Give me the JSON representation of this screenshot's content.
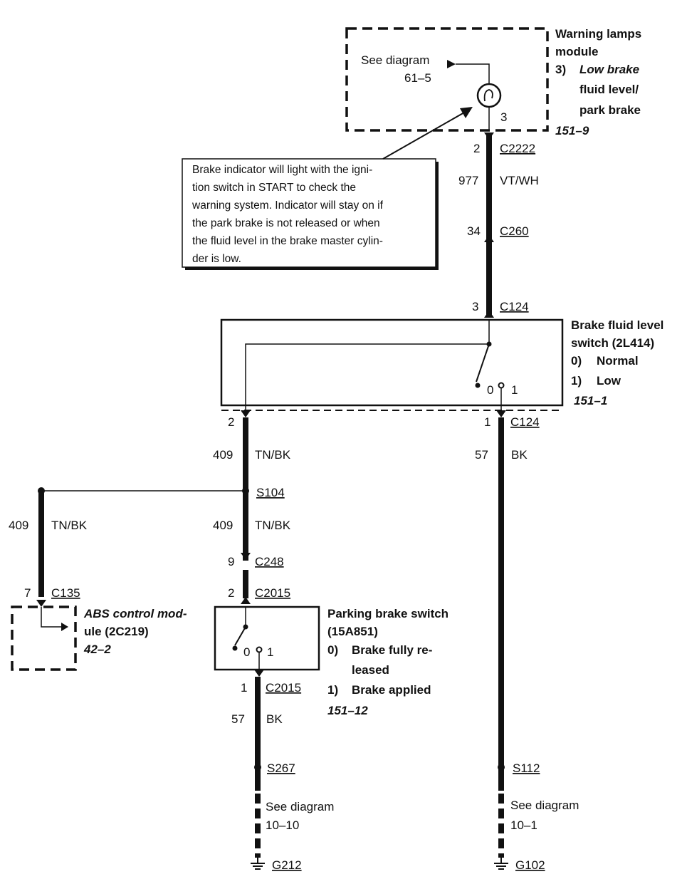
{
  "warning_module": {
    "title_1": "Warning lamps",
    "title_2": "module",
    "state_1": "3)",
    "state_2": "Low brake",
    "state_3": "fluid level/",
    "state_4": "park brake",
    "ref": "151–9",
    "see_1": "See diagram",
    "see_2": "61–5",
    "pin": "3"
  },
  "note": {
    "lines": [
      "Brake indicator will light with the igni-",
      "tion switch in START to check the",
      "warning system. Indicator will stay on if",
      "the park brake is not released or when",
      "the fluid level in the brake master cylin-",
      "der is low."
    ]
  },
  "connectors": {
    "c2222": "C2222",
    "c2222_pin": "2",
    "c260": "C260",
    "c260_pin": "34",
    "c124_top": "C124",
    "c124_top_pin": "3",
    "c124_bot": "C124",
    "c124_left_pin": "2",
    "c124_right_pin": "1",
    "c248": "C248",
    "c248_pin": "9",
    "c2015_top": "C2015",
    "c2015_top_pin": "2",
    "c2015_bot": "C2015",
    "c2015_bot_pin": "1",
    "c135": "C135",
    "c135_pin": "7"
  },
  "wires": {
    "w977": "977",
    "w977_color": "VT/WH",
    "w409a": "409",
    "w409a_color": "TN/BK",
    "w409b": "409",
    "w409b_color": "TN/BK",
    "w409c": "409",
    "w409c_color": "TN/BK",
    "w57a": "57",
    "w57a_color": "BK",
    "w57b": "57",
    "w57b_color": "BK"
  },
  "splices": {
    "s104": "S104",
    "s267": "S267",
    "s112": "S112"
  },
  "fluid_switch": {
    "title_1": "Brake fluid level",
    "title_2": "switch (2L414)",
    "state_1": "0)",
    "state_1_text": "Normal",
    "state_2": "1)",
    "state_2_text": "Low",
    "ref": "151–1",
    "pos0": "0",
    "pos1": "1"
  },
  "parking_switch": {
    "title_1": "Parking brake switch",
    "title_2": "(15A851)",
    "state_1": "0)",
    "state_1_text_1": "Brake fully re-",
    "state_1_text_2": "leased",
    "state_2": "1)",
    "state_2_text": "Brake applied",
    "ref": "151–12",
    "pos0": "0",
    "pos1": "1"
  },
  "abs_module": {
    "title_1": "ABS control mod-",
    "title_2": "ule (2C219)",
    "ref": "42–2"
  },
  "grounds": {
    "left_see_1": "See diagram",
    "left_see_2": "10–10",
    "left_ground": "G212",
    "right_see_1": "See diagram",
    "right_see_2": "10–1",
    "right_ground": "G102"
  }
}
